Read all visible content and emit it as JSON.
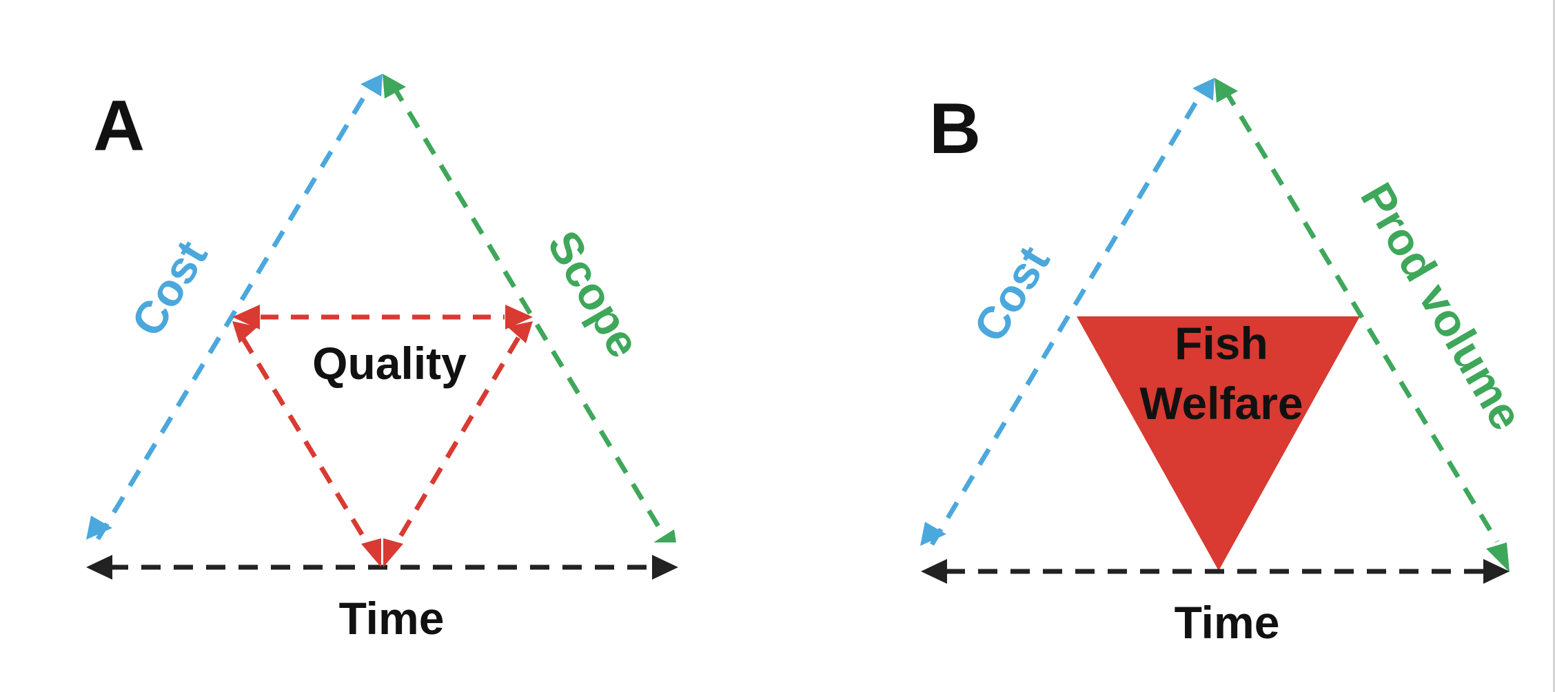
{
  "colors": {
    "cost": "#4AA8DC",
    "scope": "#3EA75A",
    "quality": "#D93A31",
    "time": "#222222",
    "text": "#111111",
    "background": "#FFFFFF"
  },
  "panel_a": {
    "letter": "A",
    "cost_label": "Cost",
    "scope_label": "Scope",
    "quality_label": "Quality",
    "time_label": "Time"
  },
  "panel_b": {
    "letter": "B",
    "cost_label": "Cost",
    "volume_label": "Prod volume",
    "welfare_line1": "Fish",
    "welfare_line2": "Welfare",
    "time_label": "Time"
  }
}
